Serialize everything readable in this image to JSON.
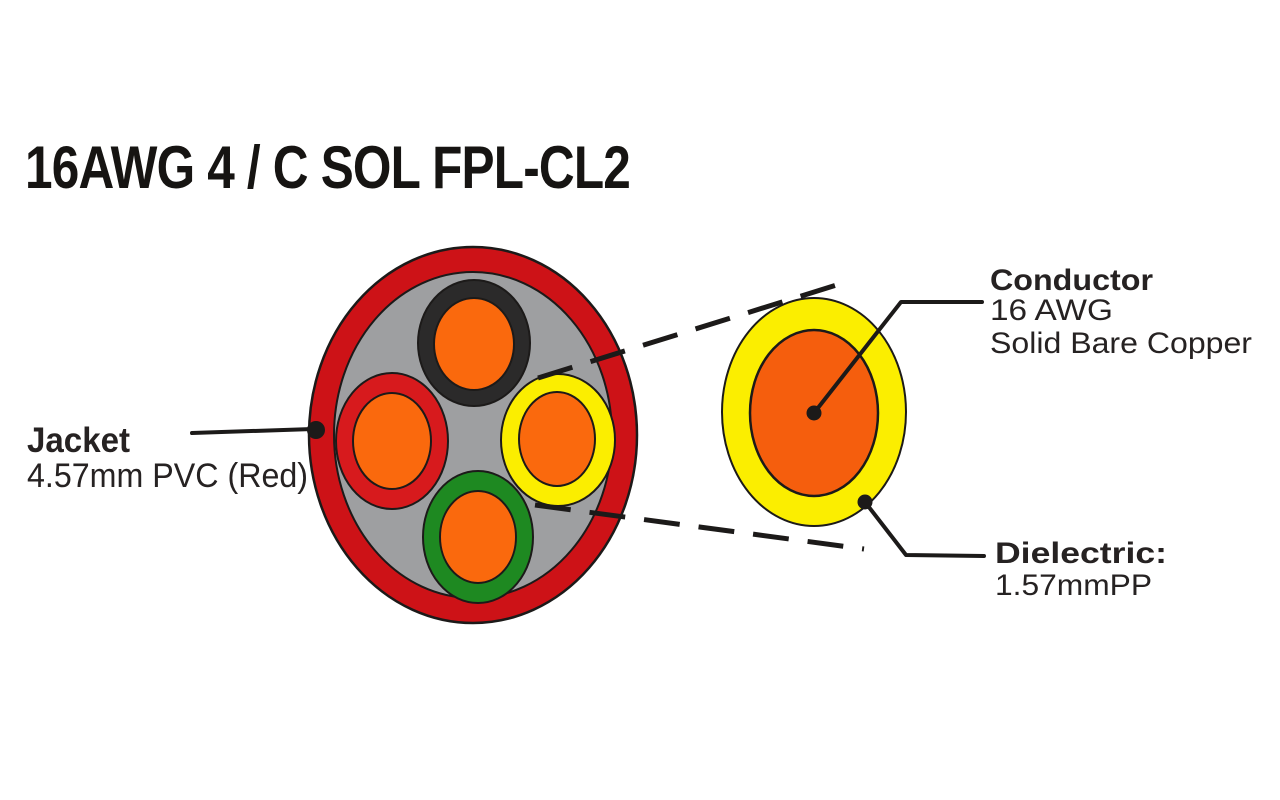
{
  "title": "16AWG 4 / C SOL FPL-CL2",
  "callouts": {
    "jacket": {
      "heading": "Jacket",
      "detail": "4.57mm PVC (Red)"
    },
    "conductor": {
      "heading": "Conductor",
      "detail_line1": "16 AWG",
      "detail_line2": "Solid Bare Copper"
    },
    "dielectric": {
      "heading": "Dielectric:",
      "detail": "1.57mmPP"
    }
  },
  "colors": {
    "background": "#ffffff",
    "title_text": "#161412",
    "label_text": "#262222",
    "line_black": "#1c1a19",
    "jacket_red": "#cd1217",
    "filler_gray": "#9e9fa1",
    "insulation_black": "#2b2a2a",
    "insulation_red": "#d71a1d",
    "insulation_yellow": "#fbee00",
    "insulation_green": "#1e8921",
    "conductor_orange": "#fa690d",
    "dielectric_yellow": "#fbee00",
    "enlarged_conductor_orange": "#f55e0d"
  }
}
